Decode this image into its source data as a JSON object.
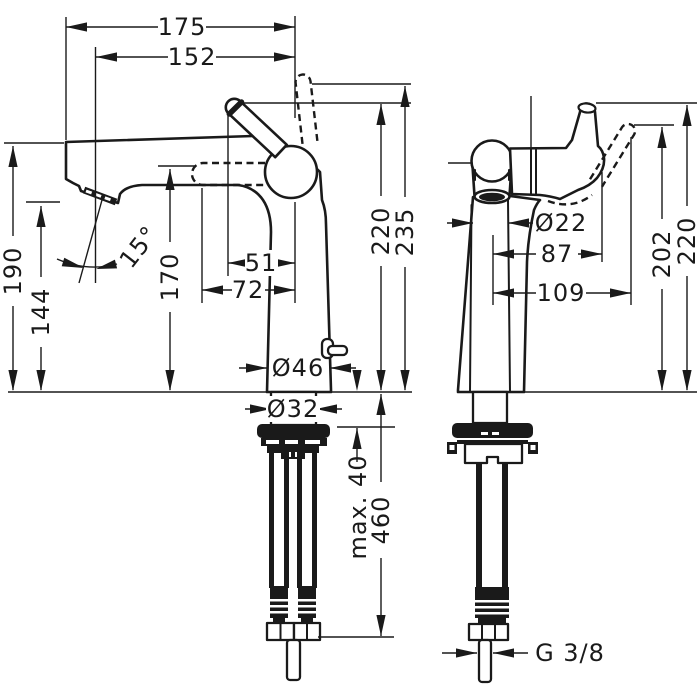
{
  "drawing": {
    "background": "#ffffff",
    "line_color": "#1a1a1a",
    "views": {
      "front": {
        "dims": {
          "reach": "175",
          "reach_aerator": "152",
          "height_spout": "190",
          "height_outlet": "144",
          "aerator_angle": "15°",
          "height_inner": "170",
          "offset_handle": "51",
          "offset_spout": "72",
          "height_handle": "220",
          "height_handle_max": "235",
          "dia_base": "Ø46",
          "dia_shaft": "Ø32",
          "max_deck": "max. 40",
          "hose_length": "460"
        }
      },
      "side": {
        "dims": {
          "dia_spout": "Ø22",
          "offset_cartridge": "87",
          "offset_lever": "109",
          "height_lever_low": "202",
          "height_lever": "220",
          "thread": "G 3/8"
        }
      }
    }
  }
}
